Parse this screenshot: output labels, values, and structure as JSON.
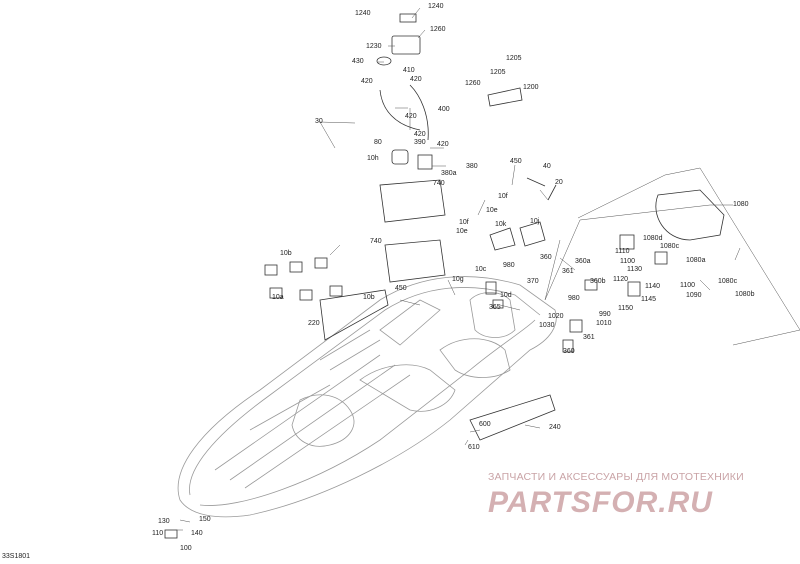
{
  "diagram_code": "33S1801",
  "watermark": {
    "tagline": "ЗАПЧАСТИ И АКСЕССУАРЫ ДЛЯ МОТОТЕХНИКИ",
    "logo": "PARTSFOR.RU"
  },
  "callouts": [
    "1240",
    "1240",
    "1260",
    "1230",
    "430",
    "410",
    "420",
    "420",
    "400",
    "420",
    "420",
    "390",
    "420",
    "80",
    "10h",
    "380",
    "380a",
    "740",
    "30",
    "1205",
    "1205",
    "1260",
    "1200",
    "450",
    "40",
    "20",
    "1080",
    "10f",
    "10e",
    "10k",
    "10j",
    "10f",
    "10e",
    "740",
    "10b",
    "10g",
    "10a",
    "10b",
    "450",
    "220",
    "10c",
    "980",
    "370",
    "10d",
    "365",
    "360",
    "360a",
    "361",
    "360b",
    "980",
    "1110",
    "1100",
    "1080d",
    "1080c",
    "1080a",
    "1130",
    "1120",
    "1140",
    "1145",
    "1150",
    "1100",
    "1080c",
    "1090",
    "1080b",
    "1020",
    "990",
    "1030",
    "1010",
    "361",
    "360",
    "600",
    "610",
    "240",
    "130",
    "150",
    "110",
    "140",
    "100"
  ],
  "colors": {
    "line": "#8a8a8a",
    "dark": "#333333",
    "watermark": "#d4b0b2"
  }
}
